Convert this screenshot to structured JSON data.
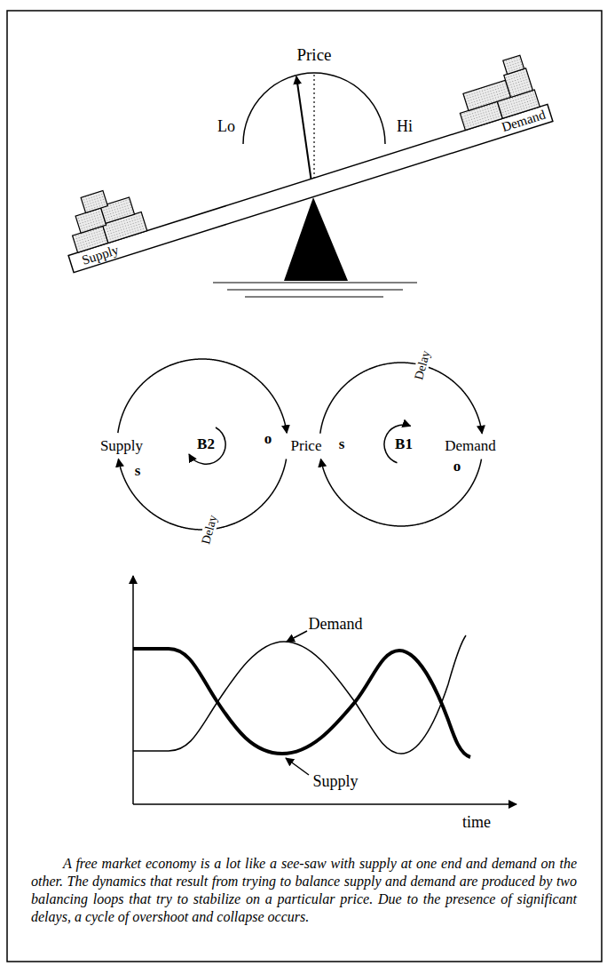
{
  "diagram": {
    "caption": "A free market economy is a lot like a see-saw with supply at one end and demand on the other. The dynamics that result from trying to balance supply and demand are produced by two balancing loops that try to stabilize on a particular price. Due to the presence of significant delays, a cycle of overshoot and collapse occurs.",
    "nodes": [
      {
        "text": [
          "Supply"
        ]
      },
      {
        "text": [
          "Price"
        ]
      },
      {
        "text": [
          "Demand"
        ]
      }
    ],
    "edges": [
      {
        "from": 0,
        "to": 1,
        "arrow": "to"
      },
      {
        "from": 1,
        "to": 0,
        "label": "Delay",
        "arrow": "to"
      },
      {
        "from": 1,
        "to": 2,
        "label": "Delay",
        "arrow": "to"
      },
      {
        "from": 2,
        "to": 1,
        "arrow": "to"
      }
    ],
    "labels": [
      "Price",
      "Lo",
      "Hi",
      "Supply",
      "Demand",
      "o",
      "B2",
      "s",
      "s",
      "B1",
      "o",
      "Demand",
      "Supply",
      "time"
    ]
  }
}
